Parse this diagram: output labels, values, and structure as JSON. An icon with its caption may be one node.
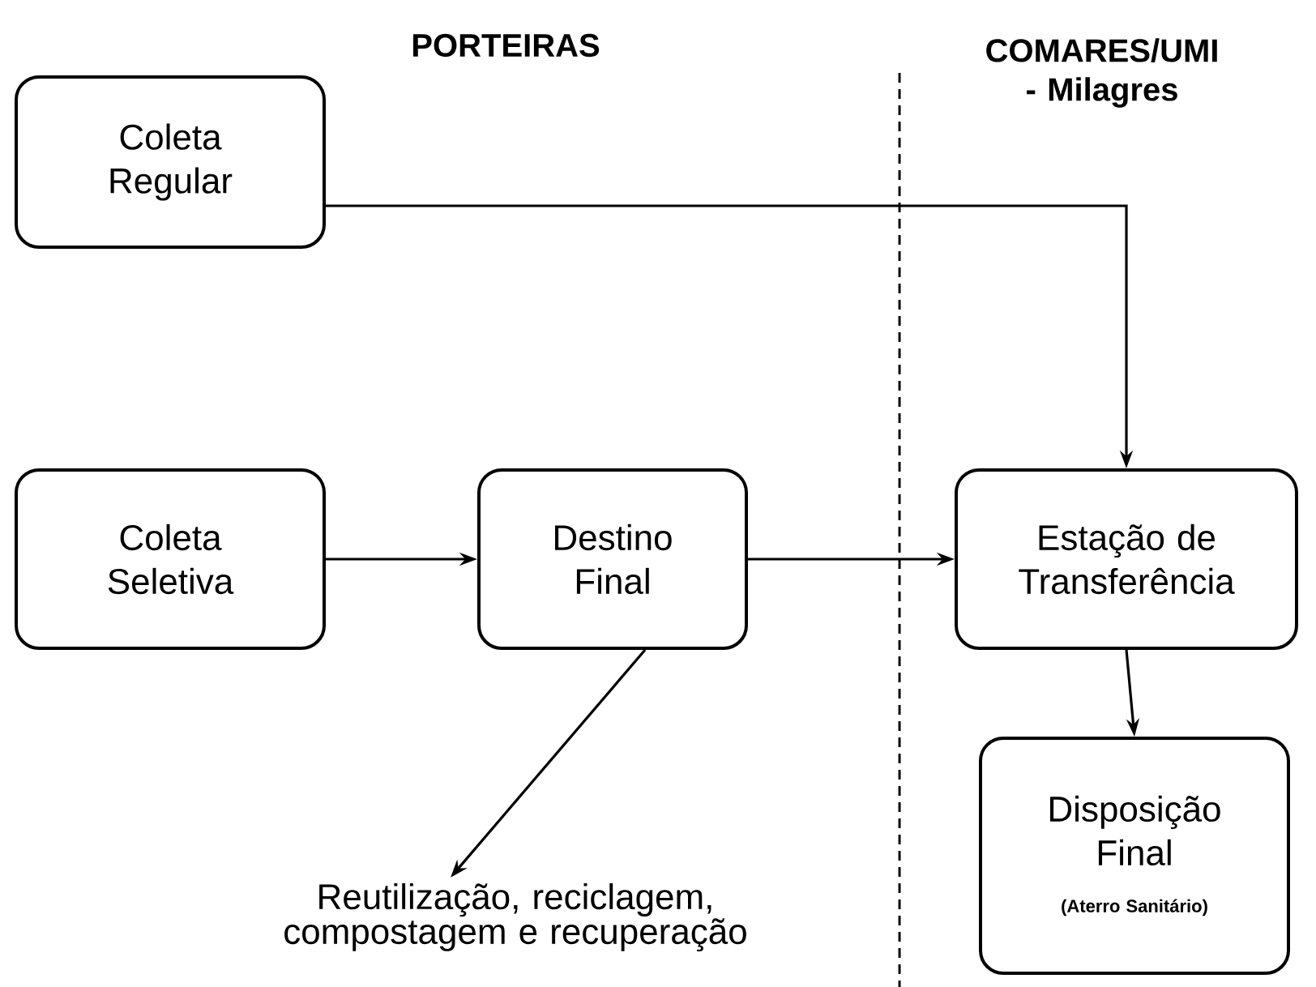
{
  "diagram": {
    "nodes": [
      {
        "text": [
          "Coleta Regular"
        ]
      },
      {
        "text": [
          "Coleta Seletiva"
        ]
      },
      {
        "text": [
          "Destino Final"
        ]
      },
      {
        "text": [
          "Estação de Transferência"
        ]
      },
      {
        "text": [
          "Disposição Final",
          "(Aterro Sanitário)"
        ]
      },
      {
        "text": [
          "Reutilização, reciclagem, compostagem e recuperação"
        ]
      }
    ],
    "edges": [
      {
        "from": 0,
        "to": 3,
        "arrow": "to"
      },
      {
        "from": 1,
        "to": 2,
        "arrow": "to"
      },
      {
        "from": 2,
        "to": 3,
        "arrow": "to"
      },
      {
        "from": 3,
        "to": 4,
        "arrow": "to"
      },
      {
        "from": 2,
        "to": 5,
        "arrow": "to"
      }
    ],
    "labels": [
      "PORTEIRAS",
      "COMARES/UMI - Milagres"
    ]
  }
}
